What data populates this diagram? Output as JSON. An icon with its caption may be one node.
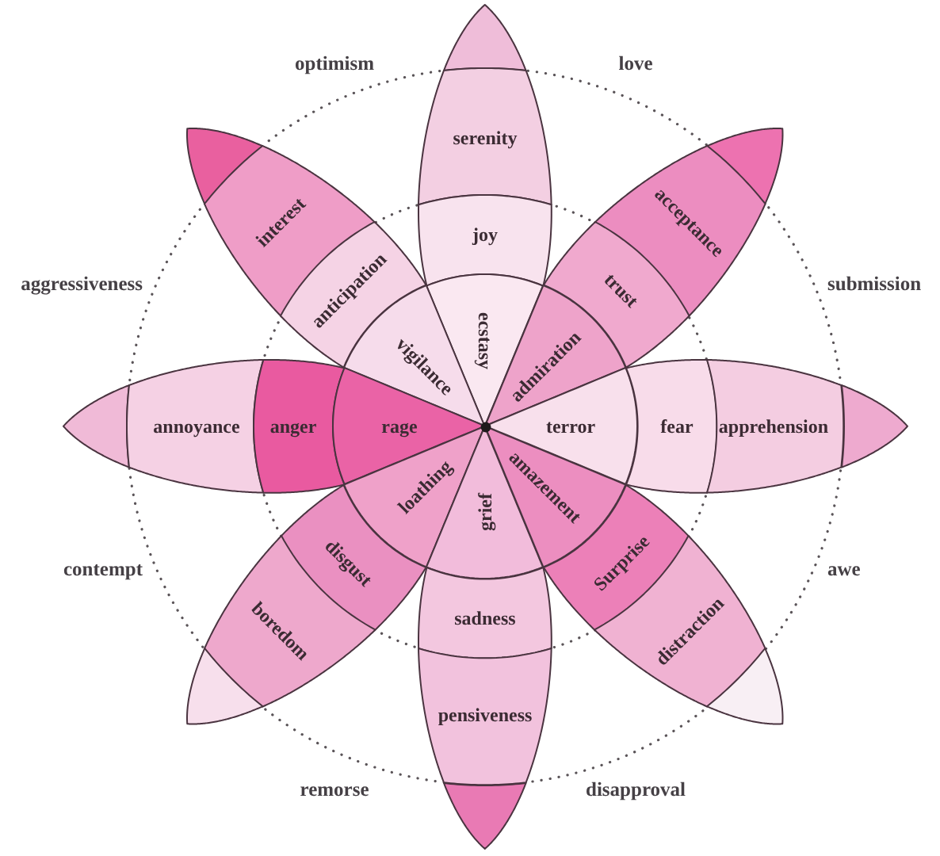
{
  "diagram": {
    "nodes": [
      {
        "text": [],
        "shape": "petal"
      },
      {
        "text": [
          "serenity"
        ]
      },
      {
        "text": [],
        "shape": "petal"
      },
      {
        "text": [],
        "shape": "petal"
      },
      {
        "text": [
          "interest"
        ]
      },
      {
        "text": [
          "joy"
        ]
      },
      {
        "text": [
          "acceptance"
        ]
      },
      {
        "text": [
          "anticipation"
        ]
      },
      {
        "text": [
          "trust"
        ]
      },
      {
        "text": [
          "ecstasy"
        ]
      },
      {
        "text": [
          "vigilance"
        ]
      },
      {
        "text": [
          "admiration"
        ]
      },
      {
        "text": [],
        "shape": "petal"
      },
      {
        "text": [
          "annoyance"
        ]
      },
      {
        "text": [
          "anger"
        ]
      },
      {
        "text": [
          "rage"
        ]
      },
      {
        "text": [
          "terror"
        ]
      },
      {
        "text": [
          "fear"
        ]
      },
      {
        "text": [
          "apprehension"
        ]
      },
      {
        "text": [],
        "shape": "petal"
      },
      {
        "text": [
          "loathing"
        ]
      },
      {
        "text": [
          "grief"
        ]
      },
      {
        "text": [
          "amazement"
        ]
      },
      {
        "text": [
          "disgust"
        ]
      },
      {
        "text": [
          "Surprise"
        ]
      },
      {
        "text": [
          "boredom"
        ]
      },
      {
        "text": [
          "sadness"
        ]
      },
      {
        "text": [
          "distraction"
        ]
      },
      {
        "text": [],
        "shape": "petal"
      },
      {
        "text": [],
        "shape": "petal"
      },
      {
        "text": [
          "pensiveness"
        ]
      },
      {
        "text": [],
        "shape": "petal"
      }
    ],
    "labels": [
      "optimism",
      "love",
      "aggressiveness",
      "submission",
      "contempt",
      "awe",
      "remorse",
      "disapproval"
    ]
  }
}
